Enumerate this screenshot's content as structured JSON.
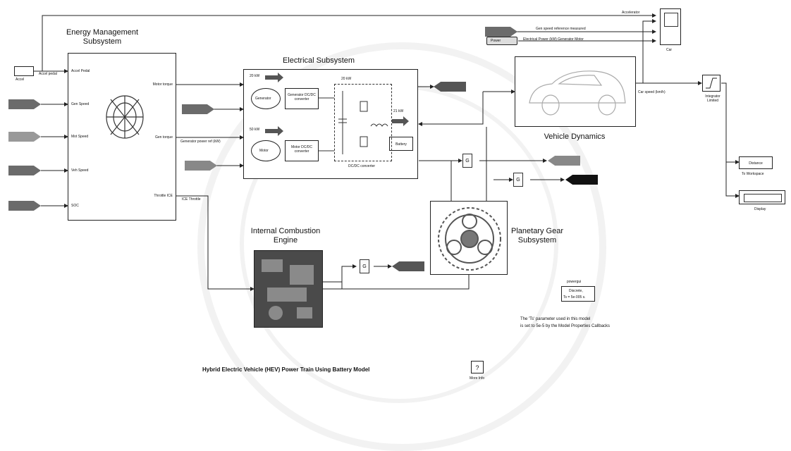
{
  "subsystems": {
    "energy_management": {
      "title": "Energy Management Subsystem",
      "inputs": [
        "Accel Pedal",
        "Gen Speed",
        "Mot Speed",
        "Veh Speed",
        "SOC"
      ],
      "outputs": [
        "Motor torque",
        "Gen torque",
        "Throttle ICE"
      ]
    },
    "electrical": {
      "title": "Electrical Subsystem",
      "generator_label": "Generator",
      "generator_converter": "Generator DC/DC converter",
      "motor_label": "Motor",
      "motor_converter": "Motor DC/DC converter",
      "battery_label": "Battery",
      "dcdc_caption": "DC/DC converter",
      "power_labels": [
        "20 kW",
        "20 kW",
        "50 kW",
        "21 kW"
      ]
    },
    "vehicle_dynamics": {
      "title": "Vehicle Dynamics",
      "output_label": "Car speed (km/h)"
    },
    "ice": {
      "title": "Internal Combustion Engine"
    },
    "planetary_gear": {
      "title": "Planetary Gear Subsystem"
    }
  },
  "blocks": {
    "accel": "Accel",
    "scope": "Car",
    "integrator": "Integrator Limited",
    "distance": "Distance",
    "to_workspace": "To Workspace",
    "display": "Display",
    "powergui_top": "powergui",
    "powergui_line1": "Discrete,",
    "powergui_line2": "Ts = 5e-005 s.",
    "help": "?",
    "help_caption": "More Info"
  },
  "signal_labels": {
    "accelerator": "Accelerator",
    "accel_pedal": "Accel pedal",
    "gen_ref": "Gen speed reference measured",
    "power": "Power",
    "power_line": "Electrical Power (kW) Generator Motor",
    "gen_power_ref": "Generator power ref (kW)",
    "ice_throttle": "ICE Throttle"
  },
  "gains": [
    "G",
    "G",
    "G"
  ],
  "notes": {
    "ts_line1": "The 'Ts' parameter used in this model",
    "ts_line2": "is set to 5e-5 by the Model Properties Callbacks"
  },
  "caption": "Hybrid Electric Vehicle (HEV) Power Train Using Battery Model"
}
